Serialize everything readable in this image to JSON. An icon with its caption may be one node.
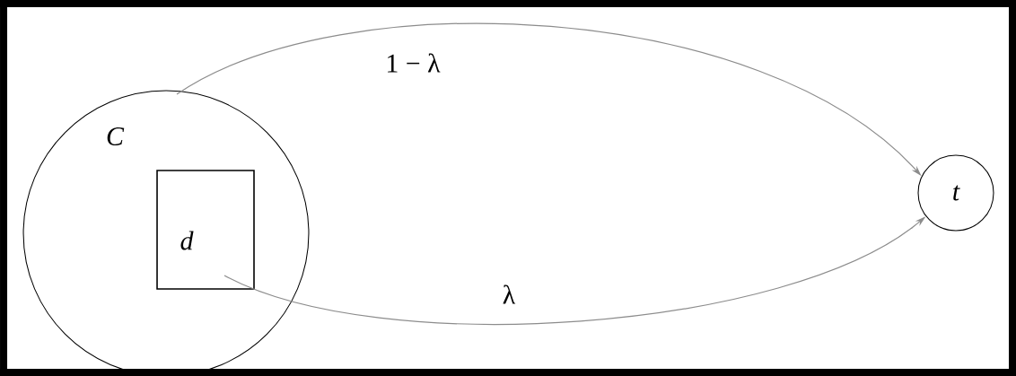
{
  "diagram": {
    "nodes": [
      {
        "text": [
          "C"
        ]
      },
      {
        "text": [
          "d"
        ],
        "in": 0
      },
      {
        "text": [
          "t"
        ]
      }
    ],
    "edges": [
      {
        "from": 0,
        "to": 2,
        "arrow": "to",
        "label": "1 − λ"
      },
      {
        "from": 1,
        "to": 2,
        "arrow": "to",
        "label": "λ"
      }
    ]
  }
}
